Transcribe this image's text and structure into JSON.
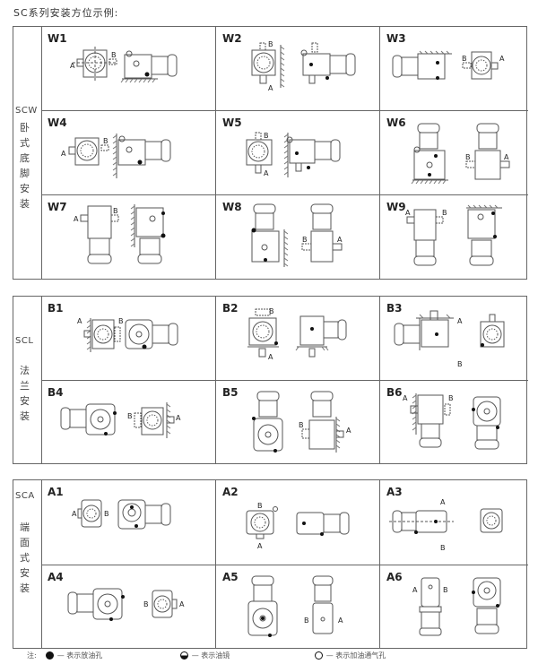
{
  "title": "SC系列安装方位示例:",
  "sections": [
    {
      "code": "SCW",
      "name": "卧式底脚安装",
      "chars": [
        "卧",
        "式",
        "底",
        "脚",
        "安",
        "装"
      ],
      "cells": [
        {
          "label": "W1",
          "a": "A",
          "b": "B"
        },
        {
          "label": "W2",
          "a": "A",
          "b": "B"
        },
        {
          "label": "W3",
          "a": "A",
          "b": "B"
        },
        {
          "label": "W4",
          "a": "A",
          "b": "B"
        },
        {
          "label": "W5",
          "a": "A",
          "b": "B"
        },
        {
          "label": "W6",
          "a": "A",
          "b": "B"
        },
        {
          "label": "W7",
          "a": "A",
          "b": "B"
        },
        {
          "label": "W8",
          "a": "A",
          "b": "B"
        },
        {
          "label": "W9",
          "a": "A",
          "b": "B"
        }
      ]
    },
    {
      "code": "SCL",
      "name": "法兰安装",
      "chars": [
        "法",
        "兰",
        "安",
        "装"
      ],
      "cells": [
        {
          "label": "B1",
          "a": "A",
          "b": "B"
        },
        {
          "label": "B2",
          "a": "A",
          "b": "B"
        },
        {
          "label": "B3",
          "a": "A",
          "b": "B"
        },
        {
          "label": "B4",
          "a": "A",
          "b": "B"
        },
        {
          "label": "B5",
          "a": "A",
          "b": "B"
        },
        {
          "label": "B6",
          "a": "A",
          "b": "B"
        }
      ]
    },
    {
      "code": "SCA",
      "name": "端面式安装",
      "chars": [
        "端",
        "面",
        "式",
        "安",
        "装"
      ],
      "cells": [
        {
          "label": "A1",
          "a": "A",
          "b": "B"
        },
        {
          "label": "A2",
          "a": "A",
          "b": "B"
        },
        {
          "label": "A3",
          "a": "A",
          "b": "B"
        },
        {
          "label": "A4",
          "a": "A",
          "b": "B"
        },
        {
          "label": "A5",
          "a": "A",
          "b": "B"
        },
        {
          "label": "A6",
          "a": "A",
          "b": "B"
        }
      ]
    }
  ],
  "legend": {
    "prefix": "注:",
    "items": [
      {
        "icon": "filled-circle",
        "text": "— 表示放油孔"
      },
      {
        "icon": "half-filled-circle",
        "text": "— 表示油镜"
      },
      {
        "icon": "empty-circle",
        "text": "— 表示加油通气孔"
      }
    ]
  },
  "colors": {
    "line": "#555555",
    "border": "#666666",
    "text": "#222222",
    "hatch": "#777777"
  }
}
